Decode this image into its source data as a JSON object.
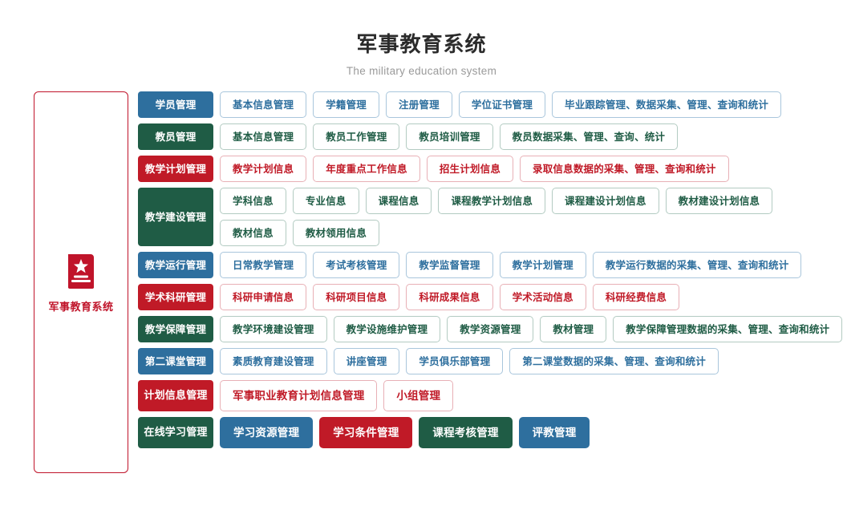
{
  "header": {
    "title": "军事教育系统",
    "subtitle": "The military education system"
  },
  "sidebar": {
    "icon": "book-star-icon",
    "label": "军事教育系统",
    "border_color": "#c0142a",
    "text_color": "#c0142a"
  },
  "colors": {
    "blue": "#2e6f9e",
    "green": "#1f5c45",
    "red": "#c01a27",
    "blue_border": "#a9c6dc",
    "green_border": "#b3cbc2",
    "red_border": "#e8b0b6"
  },
  "rows": [
    {
      "category": "学员管理",
      "color": "blue",
      "lines": [
        [
          "基本信息管理",
          "学籍管理",
          "注册管理",
          "学位证书管理",
          "毕业跟踪管理、数据采集、管理、查询和统计"
        ]
      ]
    },
    {
      "category": "教员管理",
      "color": "green",
      "lines": [
        [
          "基本信息管理",
          "教员工作管理",
          "教员培训管理",
          "教员数据采集、管理、查询、统计"
        ]
      ]
    },
    {
      "category": "教学计划管理",
      "color": "red",
      "lines": [
        [
          "教学计划信息",
          "年度重点工作信息",
          "招生计划信息",
          "录取信息数据的采集、管理、查询和统计"
        ]
      ]
    },
    {
      "category": "教学建设管理",
      "color": "green",
      "lines": [
        [
          "学科信息",
          "专业信息",
          "课程信息",
          "课程教学计划信息",
          "课程建设计划信息",
          "教材建设计划信息"
        ],
        [
          "教材信息",
          "教材领用信息"
        ]
      ]
    },
    {
      "category": "教学运行管理",
      "color": "blue",
      "lines": [
        [
          "日常教学管理",
          "考试考核管理",
          "教学监督管理",
          "教学计划管理",
          "教学运行数据的采集、管理、查询和统计"
        ]
      ]
    },
    {
      "category": "学术科研管理",
      "color": "red",
      "lines": [
        [
          "科研申请信息",
          "科研项目信息",
          "科研成果信息",
          "学术活动信息",
          "科研经费信息"
        ]
      ]
    },
    {
      "category": "教学保障管理",
      "color": "green",
      "lines": [
        [
          "教学环境建设管理",
          "教学设施维护管理",
          "教学资源管理",
          "教材管理",
          "教学保障管理数据的采集、管理、查询和统计"
        ]
      ]
    },
    {
      "category": "第二课堂管理",
      "color": "blue",
      "lines": [
        [
          "素质教育建设管理",
          "讲座管理",
          "学员俱乐部管理",
          "第二课堂数据的采集、管理、查询和统计"
        ]
      ]
    },
    {
      "category": "计划信息管理",
      "color": "red",
      "tall": true,
      "lines": [
        [
          "军事职业教育计划信息管理",
          "小组管理"
        ]
      ]
    },
    {
      "category": "在线学习管理",
      "color": "green",
      "tall": true,
      "filled_items": true,
      "item_colors": [
        "blue",
        "red",
        "green",
        "blue"
      ],
      "lines": [
        [
          "学习资源管理",
          "学习条件管理",
          "课程考核管理",
          "评教管理"
        ]
      ]
    }
  ]
}
